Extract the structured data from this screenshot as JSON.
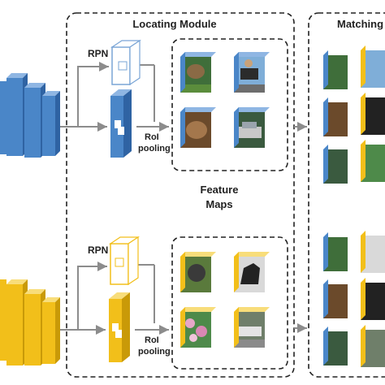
{
  "labels": {
    "locating_module": "Locating Module",
    "matching_module": "Matching",
    "rpn_top": "RPN",
    "rpn_bottom": "RPN",
    "roi_top_1": "RoI",
    "roi_top_2": "pooling",
    "roi_bottom_1": "RoI",
    "roi_bottom_2": "pooling",
    "feature_1": "Feature",
    "feature_2": "Maps"
  },
  "colors": {
    "blue_front": "#4a86c8",
    "blue_side": "#2f63a3",
    "blue_top": "#8fb6e3",
    "yellow_front": "#f2bf1a",
    "yellow_side": "#c99a08",
    "yellow_top": "#f8dd7a",
    "arrow": "#8c8c8c",
    "dashed": "#222222"
  },
  "feature_tiles": [
    {
      "depicts": "dog-on-grass",
      "color": "blue"
    },
    {
      "depicts": "horse-and-rider",
      "color": "blue"
    },
    {
      "depicts": "brown-dog",
      "color": "blue"
    },
    {
      "depicts": "car",
      "color": "blue"
    },
    {
      "depicts": "dog-portrait",
      "color": "yellow"
    },
    {
      "depicts": "horse",
      "color": "yellow"
    },
    {
      "depicts": "pink-flowers",
      "color": "yellow"
    },
    {
      "depicts": "car-road",
      "color": "yellow"
    }
  ]
}
